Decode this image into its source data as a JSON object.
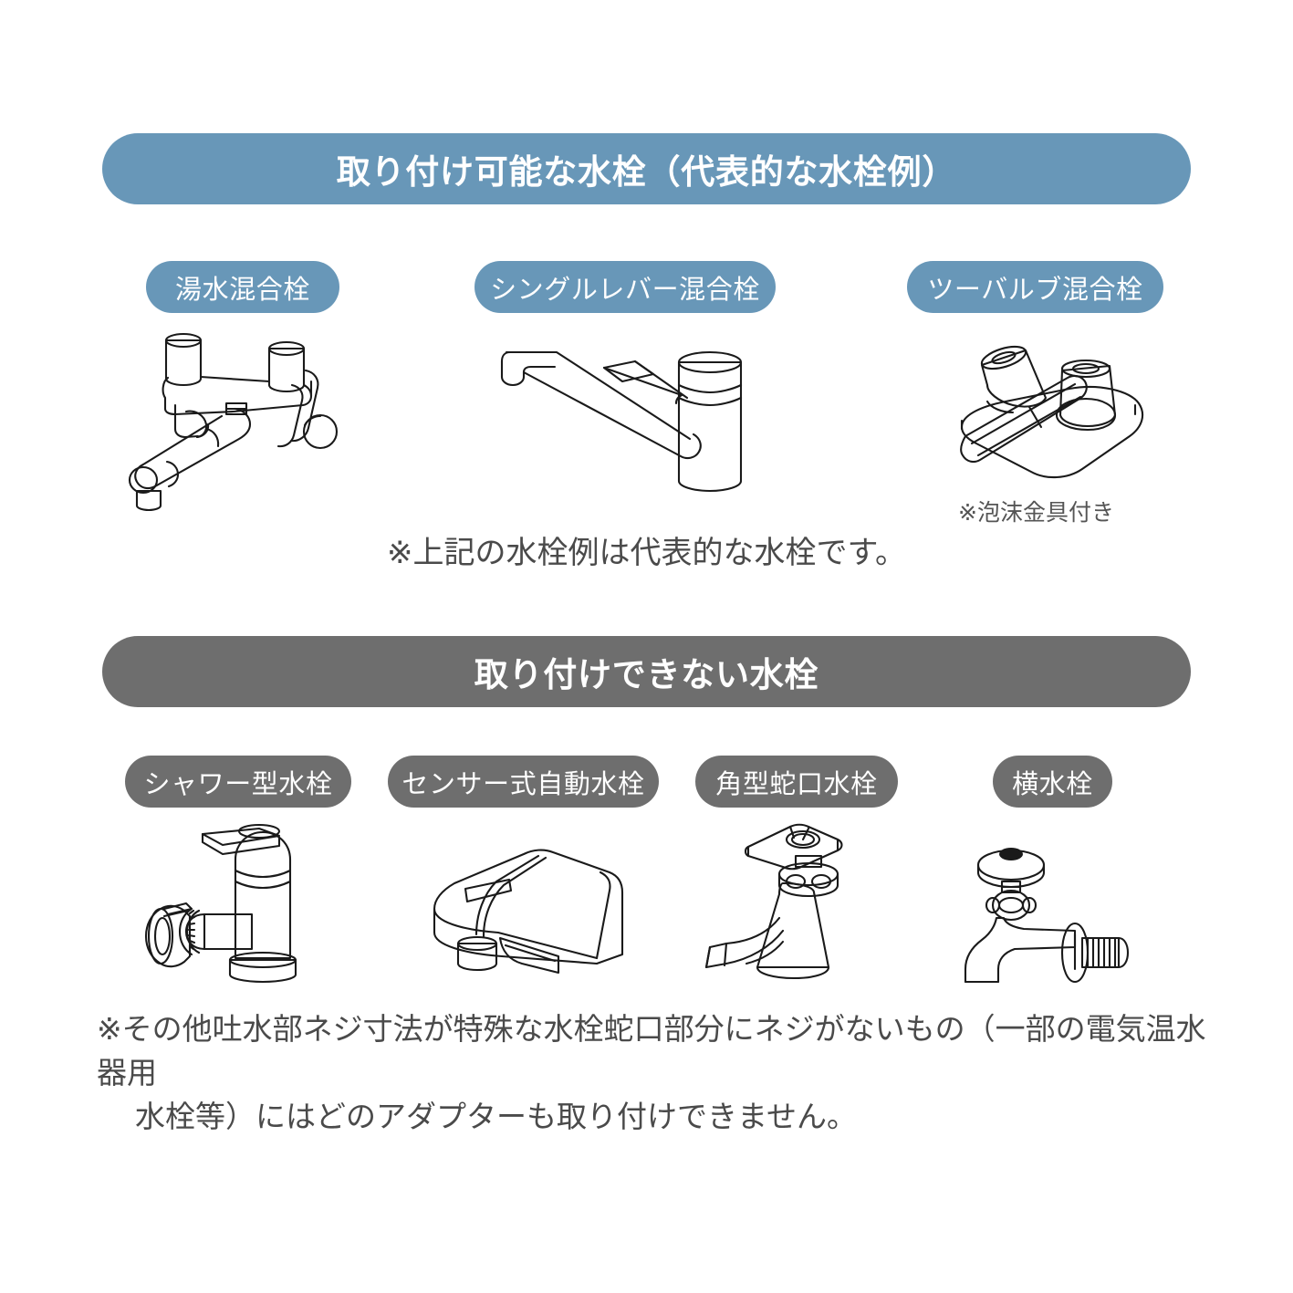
{
  "colors": {
    "accent_blue": "#6897b8",
    "accent_gray": "#6e6e6e",
    "text": "#4a4a4a",
    "line": "#1a1a1a"
  },
  "sections": {
    "compatible": {
      "banner_label": "取り付け可能な水栓（代表的な水栓例）",
      "items": [
        {
          "label": "湯水混合栓",
          "icon": "mixing-faucet-icon"
        },
        {
          "label": "シングルレバー混合栓",
          "icon": "single-lever-faucet-icon"
        },
        {
          "label": "ツーバルブ混合栓",
          "icon": "two-valve-faucet-icon"
        }
      ],
      "item_note": "※泡沫金具付き",
      "note": "※上記の水栓例は代表的な水栓です。"
    },
    "incompatible": {
      "banner_label": "取り付けできない水栓",
      "items": [
        {
          "label": "シャワー型水栓",
          "icon": "shower-faucet-icon"
        },
        {
          "label": "センサー式自動水栓",
          "icon": "sensor-faucet-icon"
        },
        {
          "label": "角型蛇口水栓",
          "icon": "square-spout-faucet-icon"
        },
        {
          "label": "横水栓",
          "icon": "wall-bib-faucet-icon"
        }
      ],
      "footnote_line1": "※その他吐水部ネジ寸法が特殊な水栓蛇口部分にネジがないもの（一部の電気温水器用",
      "footnote_line2": "水栓等）にはどのアダプターも取り付けできません。"
    }
  }
}
